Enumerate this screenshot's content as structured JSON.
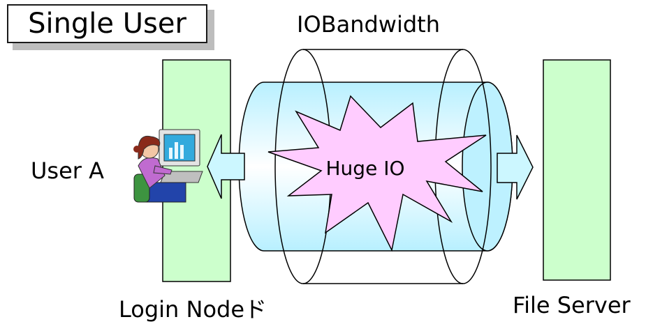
{
  "diagram": {
    "title": "Single User",
    "bandwidth_label": "IOBandwidth",
    "user_label": "User A",
    "login_label": "Login Nodeド",
    "server_label": "File Server",
    "burst_label": "Huge IO"
  },
  "colors": {
    "node_fill": "#ccffcc",
    "pipe_fill": "#ccf7ff",
    "burst_fill": "#ffccff",
    "arrow_fill": "#ccf7ff",
    "outline": "#000000",
    "title_shadow": "#bdbdbd"
  },
  "icons": {
    "user": "person-at-computer-icon"
  }
}
